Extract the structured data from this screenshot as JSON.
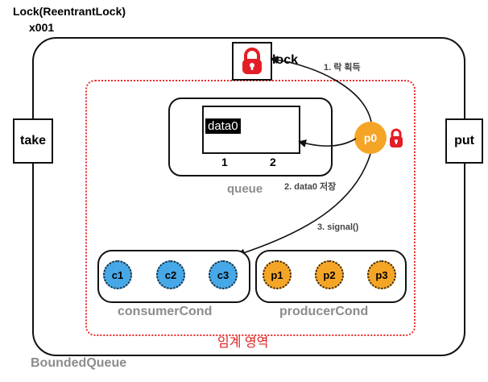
{
  "header": {
    "title": "Lock(ReentrantLock)",
    "id": "x001"
  },
  "outer": {
    "label": "BoundedQueue"
  },
  "sides": {
    "take": "take",
    "put": "put"
  },
  "lock": {
    "label": "lock",
    "icon": "lock-icon",
    "color": "#e41e26"
  },
  "queue": {
    "label": "queue",
    "slots": [
      {
        "index": "1",
        "value": "data0"
      },
      {
        "index": "2",
        "value": ""
      }
    ]
  },
  "active_thread": {
    "name": "p0",
    "color": "#f5a526"
  },
  "annotations": {
    "step1": "1. 락 획득",
    "step2": "2. data0 저장",
    "step3": "3. signal()"
  },
  "consumer_cond": {
    "label": "consumerCond",
    "threads": [
      "c1",
      "c2",
      "c3"
    ],
    "color": "#47a8e8"
  },
  "producer_cond": {
    "label": "producerCond",
    "threads": [
      "p1",
      "p2",
      "p3"
    ],
    "color": "#f5a526"
  },
  "critical_section": {
    "label": "임계 영역",
    "color": "#e02020"
  }
}
